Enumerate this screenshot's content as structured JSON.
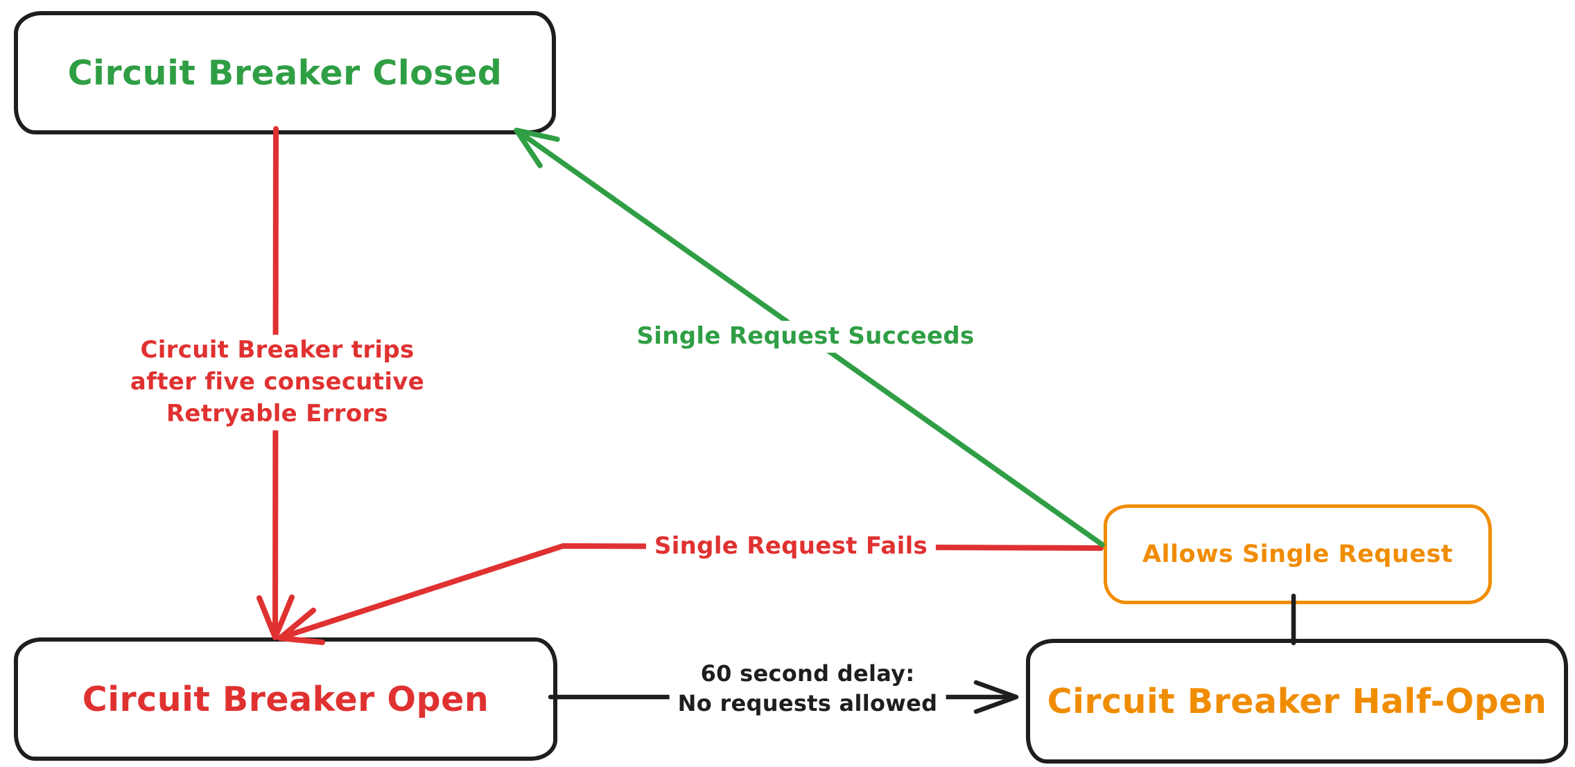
{
  "colors": {
    "green": "#2f9e44",
    "red": "#e03131",
    "orange": "#f08c00",
    "ink": "#1e1e1e",
    "background": "#ffffff"
  },
  "nodes": {
    "closed": {
      "label": "Circuit Breaker Closed",
      "text_color": "#2f9e44",
      "border_color": "#1e1e1e"
    },
    "open": {
      "label": "Circuit Breaker Open",
      "text_color": "#e03131",
      "border_color": "#1e1e1e"
    },
    "half_open": {
      "label": "Circuit Breaker Half-Open",
      "text_color": "#f08c00",
      "border_color": "#1e1e1e"
    },
    "allows": {
      "label": "Allows Single Request",
      "text_color": "#f08c00",
      "border_color": "#f08c00"
    }
  },
  "edges": {
    "trips": {
      "from": "closed",
      "to": "open",
      "color": "#e03131",
      "label_lines": [
        "Circuit Breaker trips",
        "after five consecutive",
        "Retryable Errors"
      ]
    },
    "succeeds": {
      "from": "allows",
      "to": "closed",
      "color": "#2f9e44",
      "label": "Single Request Succeeds"
    },
    "fails": {
      "from": "allows",
      "to": "open",
      "color": "#e03131",
      "label": "Single Request Fails"
    },
    "delay": {
      "from": "open",
      "to": "half_open",
      "color": "#1e1e1e",
      "label_lines": [
        "60 second delay:",
        "No requests allowed"
      ]
    },
    "allows_link": {
      "from": "allows",
      "to": "half_open",
      "color": "#1e1e1e",
      "label": ""
    }
  }
}
